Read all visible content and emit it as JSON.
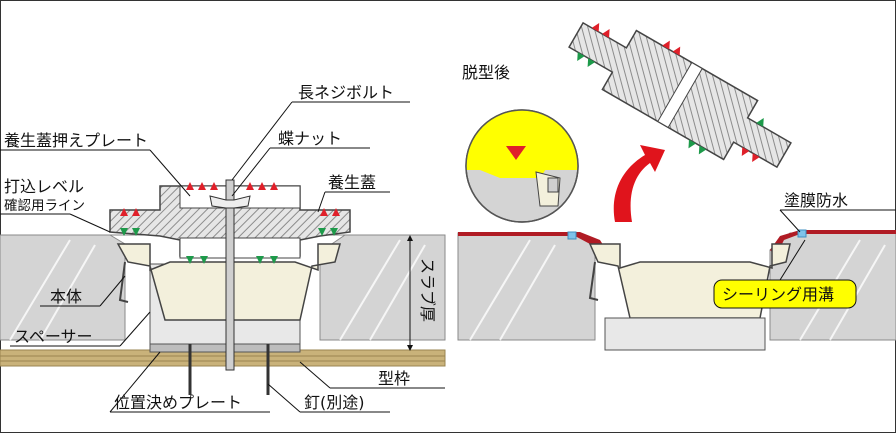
{
  "labels": {
    "long_bolt": "長ネジボルト",
    "wing_nut": "蝶ナット",
    "cover_plate": "養生蓋押えプレート",
    "cover": "養生蓋",
    "level_line_1": "打込レベル",
    "level_line_2": "確認用ライン",
    "body": "本体",
    "spacer": "スペーサー",
    "slab_thickness": "スラブ厚",
    "formwork": "型枠",
    "positioning_plate": "位置決めプレート",
    "nail": "釘(別途)",
    "after_demolding": "脱型後",
    "membrane_waterproofing": "塗膜防水",
    "sealing_groove": "シーリング用溝"
  },
  "colors": {
    "concrete": "#d4d4d4",
    "concrete_edge": "#8a8a8a",
    "formwork": "#c9b27a",
    "drain_body": "#f3f0dc",
    "cover_hatch": "#8c8c8c",
    "red_marker": "#e0202a",
    "green_marker": "#1d9a4a",
    "waterproofing": "#b01b24",
    "callout_yellow": "#ffff00",
    "arrow_red": "#e0141c",
    "sealant_blue": "#7fc2ea"
  },
  "icons": {
    "rotate_arrow": "curved-arrow-icon"
  }
}
